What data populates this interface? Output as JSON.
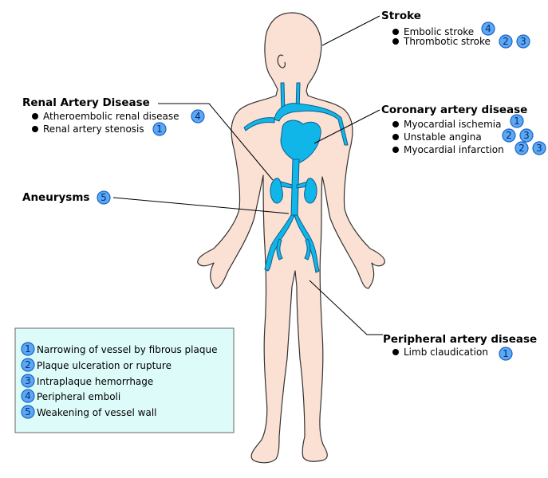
{
  "colors": {
    "skin": "#fbe0d4",
    "skin_stroke": "#333333",
    "vessel": "#11b6e8",
    "vessel_stroke": "#0d5e8a",
    "badge": "#5aa9f2",
    "legend_bg": "#dcfbf9"
  },
  "stroke": {
    "title": "Stroke",
    "items": [
      {
        "text": "Embolic stroke",
        "nums": [
          "4"
        ]
      },
      {
        "text": "Thrombotic stroke",
        "nums": [
          "2",
          "3"
        ]
      }
    ]
  },
  "renal": {
    "title": "Renal Artery Disease",
    "items": [
      {
        "text": "Atheroembolic renal disease",
        "nums": [
          "4"
        ]
      },
      {
        "text": "Renal artery stenosis",
        "nums": [
          "1"
        ]
      }
    ]
  },
  "coronary": {
    "title": "Coronary artery disease",
    "items": [
      {
        "text": "Myocardial ischemia",
        "nums": [
          "1"
        ]
      },
      {
        "text": "Unstable angina",
        "nums": [
          "2",
          "3"
        ]
      },
      {
        "text": "Myocardial infarction",
        "nums": [
          "2",
          "3"
        ]
      }
    ]
  },
  "aneurysms": {
    "title": "Aneurysms",
    "nums": [
      "5"
    ]
  },
  "peripheral": {
    "title": "Peripheral artery disease",
    "items": [
      {
        "text": "Limb claudication",
        "nums": [
          "1"
        ]
      }
    ]
  },
  "legend": [
    {
      "num": "1",
      "text": "Narrowing of vessel by fibrous plaque"
    },
    {
      "num": "2",
      "text": "Plaque ulceration or rupture"
    },
    {
      "num": "3",
      "text": "Intraplaque hemorrhage"
    },
    {
      "num": "4",
      "text": "Peripheral emboli"
    },
    {
      "num": "5",
      "text": "Weakening of vessel wall"
    }
  ]
}
